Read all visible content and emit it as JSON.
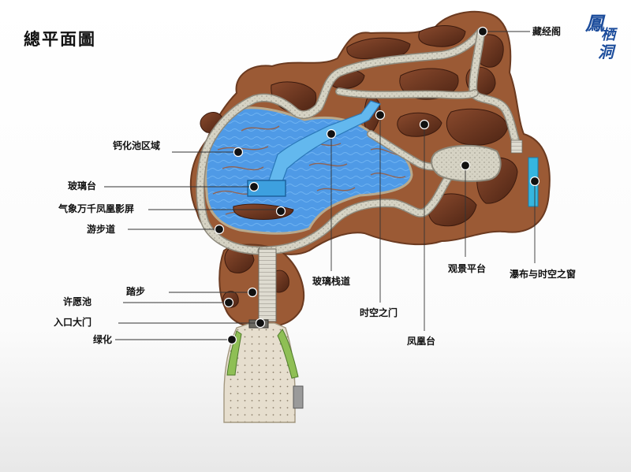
{
  "title": "總平面圖",
  "logo": {
    "chars": [
      "鳳",
      "栖",
      "洞"
    ]
  },
  "labels": {
    "cangjingge": "藏经阁",
    "gaihua": "钙化池区域",
    "bolitai": "玻璃台",
    "qixiang": "气象万千凤凰影屏",
    "youbu": "游步道",
    "tabu": "踏步",
    "xuyuan": "许愿池",
    "rukou": "入口大门",
    "lvhua": "绿化",
    "boliZhandao": "玻璃栈道",
    "shikong": "时空之门",
    "fenghuangtai": "凤凰台",
    "guanjing": "观景平台",
    "pubu": "瀑布与时空之窗"
  },
  "colors": {
    "cave": "#9b5a35",
    "rock": "#6e3520",
    "water": "#4f9ae6",
    "path": "#d9d6c8",
    "green": "#8fbf55",
    "plaza": "#e4dccb",
    "waterfall": "#35b6e0"
  }
}
